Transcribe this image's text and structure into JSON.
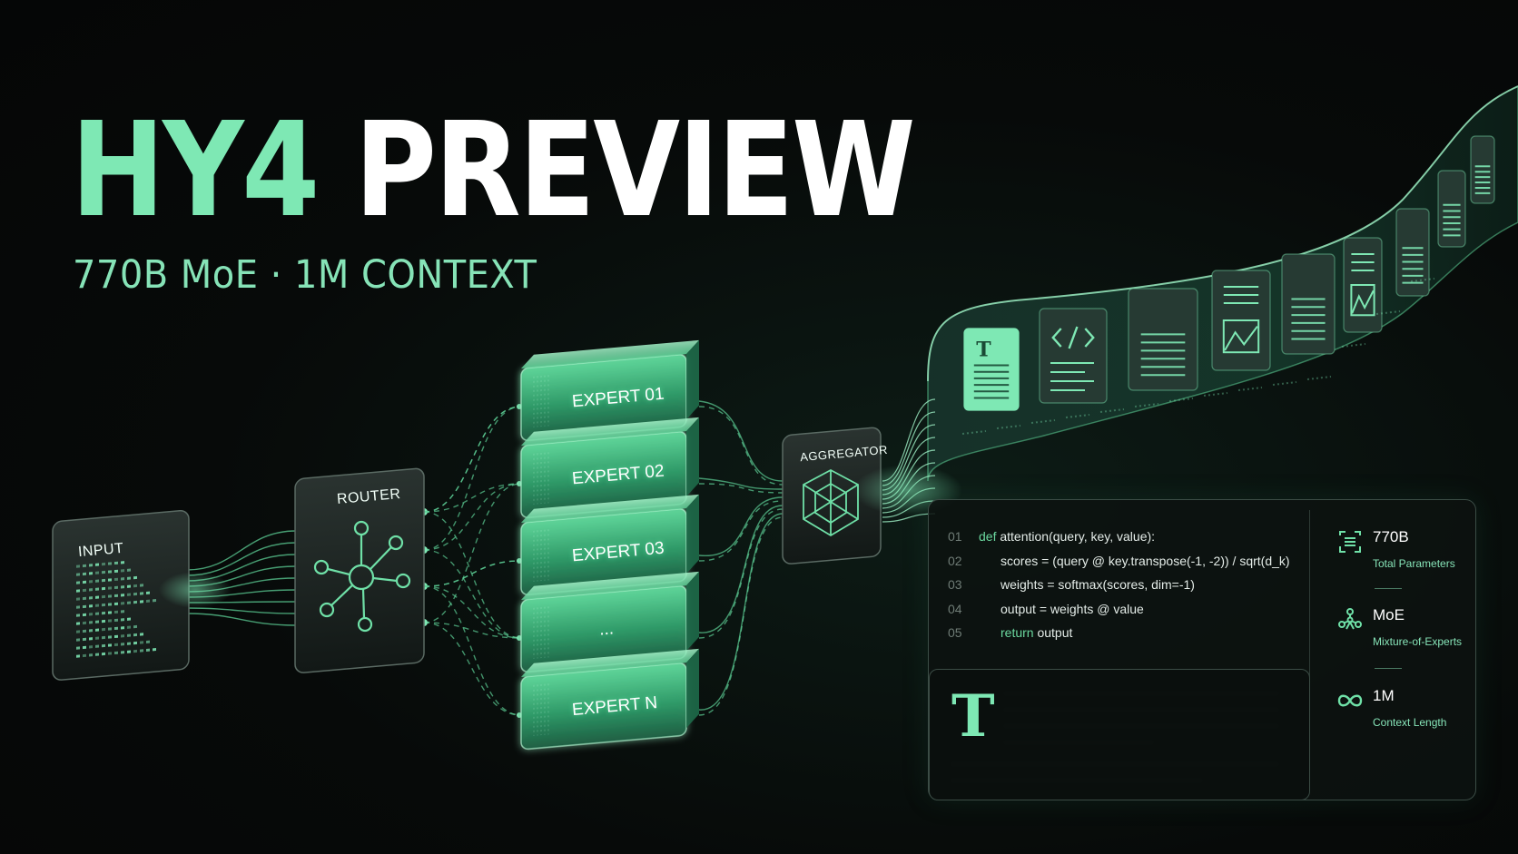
{
  "header": {
    "title_brand": "HY4",
    "title_word": "PREVIEW",
    "subtitle": "770B MoE · 1M CONTEXT"
  },
  "diagram": {
    "input_label": "INPUT",
    "router_label": "ROUTER",
    "aggregator_label": "AGGREGATOR",
    "experts": [
      "EXPERT 01",
      "EXPERT 02",
      "EXPERT 03",
      "...",
      "EXPERT N"
    ]
  },
  "code": {
    "lines": [
      {
        "num": "01",
        "keyword": "def",
        "text": "attention(query, key, value):"
      },
      {
        "num": "02",
        "keyword": "",
        "text": "scores = (query @ key.transpose(-1, -2)) / sqrt(d_k)"
      },
      {
        "num": "03",
        "keyword": "",
        "text": "weights = softmax(scores, dim=-1)"
      },
      {
        "num": "04",
        "keyword": "",
        "text": "output = weights @ value"
      },
      {
        "num": "05",
        "keyword": "return",
        "text": "output"
      }
    ]
  },
  "document_card": {
    "glyph": "T"
  },
  "stats": [
    {
      "icon": "parameters-icon",
      "value": "770B",
      "label": "Total Parameters"
    },
    {
      "icon": "experts-network-icon",
      "value": "MoE",
      "label": "Mixture-of-Experts"
    },
    {
      "icon": "infinity-icon",
      "value": "1M",
      "label": "Context Length"
    }
  ],
  "colors": {
    "accent": "#7ee8b4",
    "accent_dark": "#2f8a62",
    "background": "#060807",
    "text": "#ffffff"
  }
}
